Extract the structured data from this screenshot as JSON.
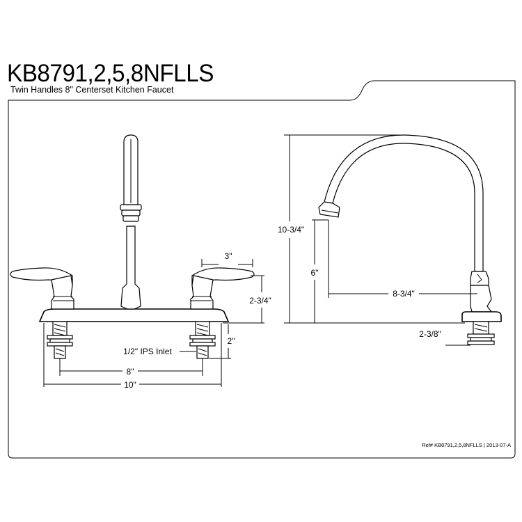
{
  "header": {
    "title": "KB8791,2,5,8NFLLS",
    "subtitle": "Twin Handles 8\" Centerset Kitchen Faucet"
  },
  "front_view": {
    "dims": {
      "handle_width": "3\"",
      "handle_height": "2-3/4\"",
      "shank_length": "2\"",
      "inlet": "1/2\" IPS Inlet",
      "center_spacing": "8\"",
      "overall_width": "10\""
    }
  },
  "side_view": {
    "dims": {
      "overall_height": "10-3/4\"",
      "spout_clearance": "6\"",
      "spout_reach": "8-3/4\"",
      "shank_length": "2-3/8\""
    }
  },
  "footer": {
    "ref": "Ref# KB8791,2,5,8NFLLS | 2013-07-A"
  }
}
